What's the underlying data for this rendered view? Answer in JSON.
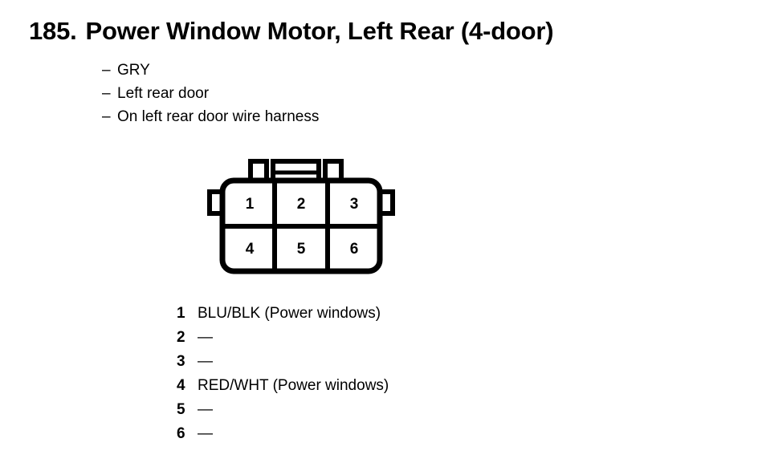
{
  "header": {
    "number": "185.",
    "title": "Power Window Motor, Left Rear (4-door)",
    "full_title": "185. Power Window Motor, Left Rear (4-door)"
  },
  "details": {
    "dash": "–",
    "items": [
      {
        "text": "GRY"
      },
      {
        "text": "Left rear door"
      },
      {
        "text": "On left rear door wire harness"
      }
    ]
  },
  "connector": {
    "rows": 2,
    "columns": 3,
    "cells": [
      {
        "label": "1"
      },
      {
        "label": "2"
      },
      {
        "label": "3"
      },
      {
        "label": "4"
      },
      {
        "label": "5"
      },
      {
        "label": "6"
      }
    ],
    "outline_color": "#000000",
    "fill_color": "#ffffff"
  },
  "pinout": {
    "rows": [
      {
        "pin": "1",
        "desc": "BLU/BLK (Power windows)"
      },
      {
        "pin": "2",
        "desc": "—"
      },
      {
        "pin": "3",
        "desc": "—"
      },
      {
        "pin": "4",
        "desc": "RED/WHT (Power windows)"
      },
      {
        "pin": "5",
        "desc": "—"
      },
      {
        "pin": "6",
        "desc": "—"
      }
    ]
  }
}
